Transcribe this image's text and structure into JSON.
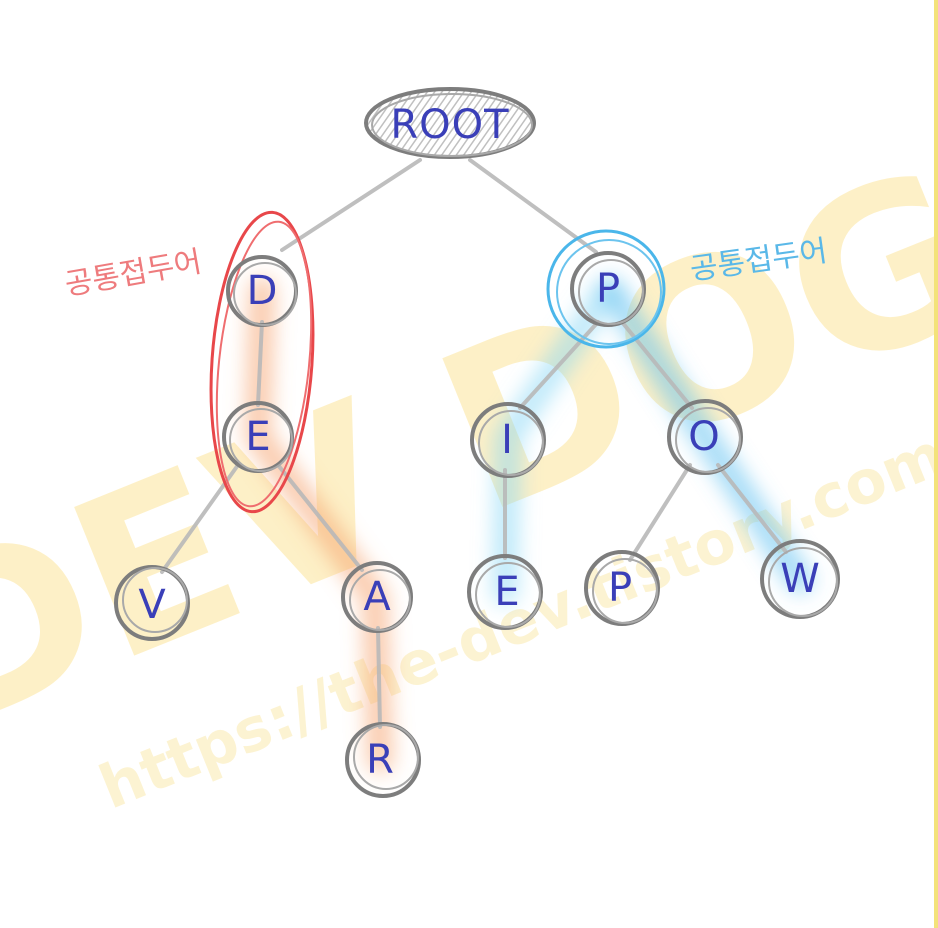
{
  "root": {
    "label": "ROOT"
  },
  "nodes": {
    "d": "D",
    "e1": "E",
    "v": "V",
    "a": "A",
    "r": "R",
    "p1": "P",
    "i": "I",
    "e2": "E",
    "o": "O",
    "p2": "P",
    "w": "W"
  },
  "annotations": {
    "left_note": "공통접두어",
    "right_note": "공통접두어"
  },
  "watermark": {
    "brand": "DEV DOG",
    "url": "https://the-dev.tistory.com"
  },
  "colors": {
    "node_text": "#3a3fb8",
    "left_highlight": "#e8474a",
    "right_highlight": "#4ab6ea",
    "edge": "#b8b8b8",
    "watermark": "#fde59a"
  }
}
